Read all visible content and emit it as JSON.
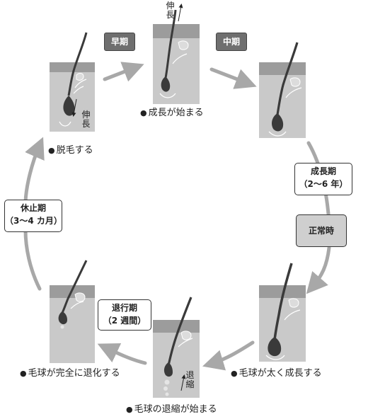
{
  "captions": {
    "hair_loss": "脱毛する",
    "growth_start": "成長が始まる",
    "bulb_grows": "毛球が太く成長する",
    "bulb_shrink_start": "毛球の退縮が始まる",
    "bulb_fully_regress": "毛球が完全に退化する"
  },
  "caption_bullet": "●",
  "tags": {
    "early": "早期",
    "middle": "中期"
  },
  "phases": {
    "growth_title": "成長期",
    "growth_duration": "（2〜6 年）",
    "normal": "正常時",
    "regression_title": "退行期",
    "regression_duration": "（2 週間）",
    "rest_title": "休止期",
    "rest_duration": "（3〜4 カ月）"
  },
  "vertical_labels": {
    "extension_top": "伸長",
    "extension_left": "伸長",
    "shrink": "退縮"
  },
  "colors": {
    "panel": "#c9c9c9",
    "arrow": "#a8a8a8",
    "hair": "#3a3a3a",
    "tag": "#6f6f6f",
    "normal_box": "#cfcfcf"
  }
}
